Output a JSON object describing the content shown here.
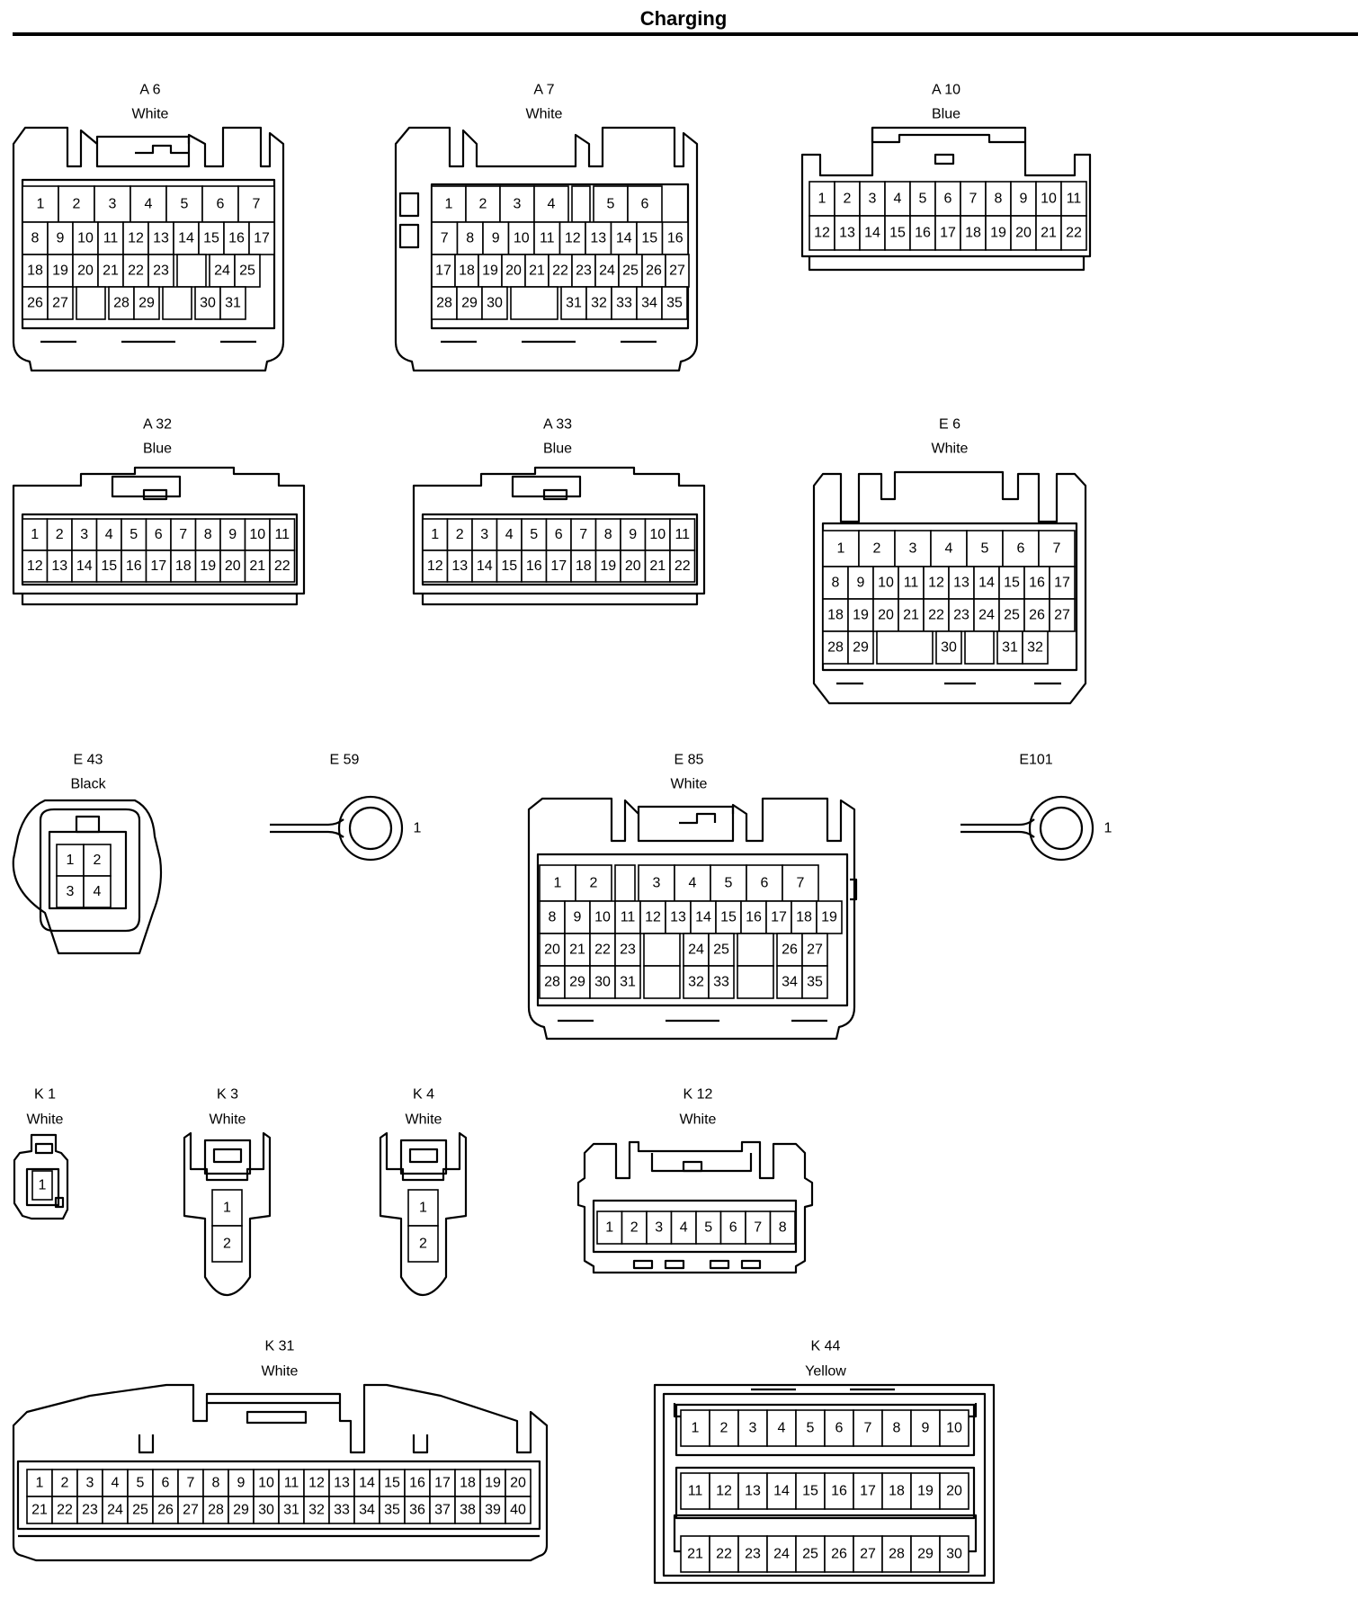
{
  "title": "Charging",
  "connectors": [
    {
      "id": "A6",
      "code": "A 6",
      "color": "White",
      "rows": [
        [
          1,
          2,
          3,
          4,
          5,
          6,
          7
        ],
        [
          8,
          9,
          10,
          11,
          12,
          13,
          14,
          15,
          16,
          17
        ],
        [
          18,
          19,
          20,
          21,
          22,
          23,
          null,
          24,
          25
        ],
        [
          26,
          27,
          null,
          28,
          29,
          null,
          30,
          31
        ]
      ]
    },
    {
      "id": "A7",
      "code": "A 7",
      "color": "White",
      "rows": [
        [
          1,
          2,
          3,
          4,
          null,
          5,
          6
        ],
        [
          7,
          8,
          9,
          10,
          11,
          12,
          13,
          14,
          15,
          16
        ],
        [
          17,
          18,
          19,
          20,
          21,
          22,
          23,
          24,
          25,
          26,
          27
        ],
        [
          28,
          29,
          30,
          null,
          31,
          32,
          33,
          34,
          35
        ]
      ]
    },
    {
      "id": "A10",
      "code": "A 10",
      "color": "Blue",
      "rows": [
        [
          1,
          2,
          3,
          4,
          5,
          6,
          7,
          8,
          9,
          10,
          11
        ],
        [
          12,
          13,
          14,
          15,
          16,
          17,
          18,
          19,
          20,
          21,
          22
        ]
      ]
    },
    {
      "id": "A32",
      "code": "A 32",
      "color": "Blue",
      "rows": [
        [
          1,
          2,
          3,
          4,
          5,
          6,
          7,
          8,
          9,
          10,
          11
        ],
        [
          12,
          13,
          14,
          15,
          16,
          17,
          18,
          19,
          20,
          21,
          22
        ]
      ]
    },
    {
      "id": "A33",
      "code": "A 33",
      "color": "Blue",
      "rows": [
        [
          1,
          2,
          3,
          4,
          5,
          6,
          7,
          8,
          9,
          10,
          11
        ],
        [
          12,
          13,
          14,
          15,
          16,
          17,
          18,
          19,
          20,
          21,
          22
        ]
      ]
    },
    {
      "id": "E6",
      "code": "E 6",
      "color": "White",
      "rows": [
        [
          1,
          2,
          3,
          4,
          5,
          6,
          7
        ],
        [
          8,
          9,
          10,
          11,
          12,
          13,
          14,
          15,
          16,
          17
        ],
        [
          18,
          19,
          20,
          21,
          22,
          23,
          24,
          25,
          26,
          27
        ],
        [
          28,
          29,
          null,
          30,
          null,
          31,
          32
        ]
      ]
    },
    {
      "id": "E43",
      "code": "E 43",
      "color": "Black",
      "rows": [
        [
          1,
          2
        ],
        [
          3,
          4
        ]
      ]
    },
    {
      "id": "E59",
      "code": "E 59",
      "color": "",
      "rows": [
        [
          1
        ]
      ]
    },
    {
      "id": "E85",
      "code": "E 85",
      "color": "White",
      "rows": [
        [
          1,
          2,
          null,
          3,
          4,
          5,
          6,
          7
        ],
        [
          8,
          9,
          10,
          11,
          12,
          13,
          14,
          15,
          16,
          17,
          18,
          19
        ],
        [
          20,
          21,
          22,
          23,
          null,
          24,
          25,
          null,
          26,
          27
        ],
        [
          28,
          29,
          30,
          31,
          null,
          32,
          33,
          null,
          34,
          35
        ]
      ]
    },
    {
      "id": "E101",
      "code": "E101",
      "color": "",
      "rows": [
        [
          1
        ]
      ]
    },
    {
      "id": "K1",
      "code": "K 1",
      "color": "White",
      "rows": [
        [
          1
        ]
      ]
    },
    {
      "id": "K3",
      "code": "K 3",
      "color": "White",
      "rows": [
        [
          1
        ],
        [
          2
        ]
      ]
    },
    {
      "id": "K4",
      "code": "K 4",
      "color": "White",
      "rows": [
        [
          1
        ],
        [
          2
        ]
      ]
    },
    {
      "id": "K12",
      "code": "K 12",
      "color": "White",
      "rows": [
        [
          1,
          2,
          3,
          4,
          5,
          6,
          7,
          8
        ]
      ]
    },
    {
      "id": "K31",
      "code": "K 31",
      "color": "White",
      "rows": [
        [
          1,
          2,
          3,
          4,
          5,
          6,
          7,
          8,
          9,
          10,
          11,
          12,
          13,
          14,
          15,
          16,
          17,
          18,
          19,
          20
        ],
        [
          21,
          22,
          23,
          24,
          25,
          26,
          27,
          28,
          29,
          30,
          31,
          32,
          33,
          34,
          35,
          36,
          37,
          38,
          39,
          40
        ]
      ]
    },
    {
      "id": "K44",
      "code": "K 44",
      "color": "Yellow",
      "rows": [
        [
          1,
          2,
          3,
          4,
          5,
          6,
          7,
          8,
          9,
          10
        ],
        [
          11,
          12,
          13,
          14,
          15,
          16,
          17,
          18,
          19,
          20
        ],
        [
          21,
          22,
          23,
          24,
          25,
          26,
          27,
          28,
          29,
          30
        ]
      ]
    }
  ]
}
